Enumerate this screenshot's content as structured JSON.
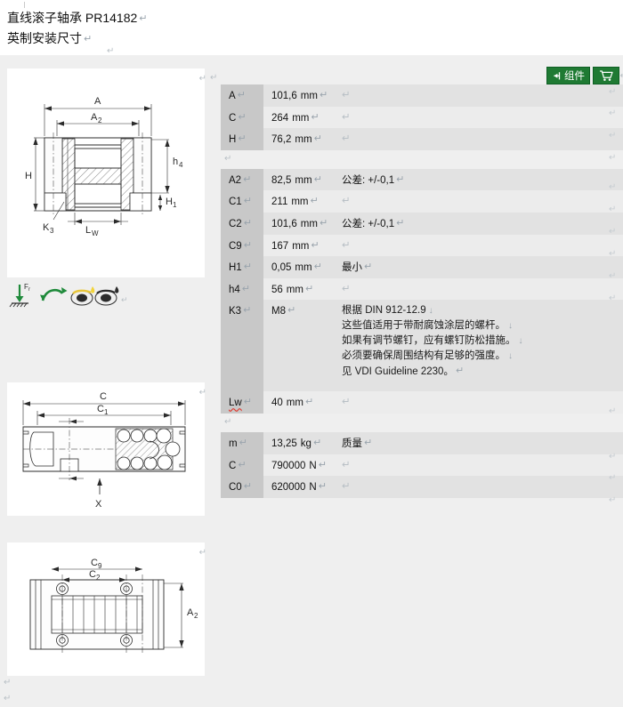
{
  "document": {
    "title": "直线滚子轴承 PR14182",
    "subtitle": "英制安装尺寸",
    "pilcrow": "↵",
    "para_mark": "↵",
    "line_break_mark": "↓"
  },
  "toolbar": {
    "assembly_button_label": "组件",
    "assembly_icon": "insert-arrow-icon",
    "cart_icon": "shopping-cart-icon",
    "accent_color": "#1f7a33"
  },
  "drawings": [
    {
      "name": "cross-section-front-view",
      "labels": [
        "A",
        "A2",
        "H",
        "h4",
        "H1",
        "K3",
        "Lw"
      ]
    },
    {
      "name": "side-section-view",
      "labels": [
        "C",
        "C1",
        "X"
      ]
    },
    {
      "name": "top-view",
      "labels": [
        "C9",
        "C2",
        "A2"
      ]
    }
  ],
  "property_icons": [
    {
      "name": "radial-load-icon",
      "label": "Fr"
    },
    {
      "name": "motion-arrow-icon",
      "label": ""
    },
    {
      "name": "oil-lubrication-icon",
      "label": ""
    },
    {
      "name": "grease-lubrication-icon",
      "label": ""
    }
  ],
  "table": {
    "groups": [
      {
        "rows": [
          {
            "label": "A",
            "value": "101,6",
            "unit": "mm",
            "note": ""
          },
          {
            "label": "C",
            "value": "264",
            "unit": "mm",
            "note": ""
          },
          {
            "label": "H",
            "value": "76,2",
            "unit": "mm",
            "note": ""
          }
        ]
      },
      {
        "rows": [
          {
            "label": "A2",
            "value": "82,5",
            "unit": "mm",
            "note": "公差: +/-0,1"
          },
          {
            "label": "C1",
            "value": "211",
            "unit": "mm",
            "note": ""
          },
          {
            "label": "C2",
            "value": "101,6",
            "unit": "mm",
            "note": "公差: +/-0,1"
          },
          {
            "label": "C9",
            "value": "167",
            "unit": "mm",
            "note": ""
          },
          {
            "label": "H1",
            "value": "0,05",
            "unit": "mm",
            "note": "最小"
          },
          {
            "label": "h4",
            "value": "56",
            "unit": "mm",
            "note": ""
          },
          {
            "label": "K3",
            "value": "M8",
            "unit": "",
            "note_lines": [
              "根据 DIN 912-12.9",
              "这些值适用于带耐腐蚀涂层的螺杆。",
              "如果有调节螺钉，应有螺钉防松措施。",
              "必须要确保周围结构有足够的强度。",
              "见 VDI Guideline 2230。"
            ]
          },
          {
            "label": "Lw",
            "value": "40",
            "unit": "mm",
            "note": "",
            "misspelled": true
          }
        ]
      },
      {
        "rows": [
          {
            "label": "m",
            "value": "13,25",
            "unit": "kg",
            "note": "质量"
          },
          {
            "label": "C",
            "value": "790000",
            "unit": "N",
            "note": ""
          },
          {
            "label": "C0",
            "value": "620000",
            "unit": "N",
            "note": ""
          }
        ]
      }
    ]
  }
}
